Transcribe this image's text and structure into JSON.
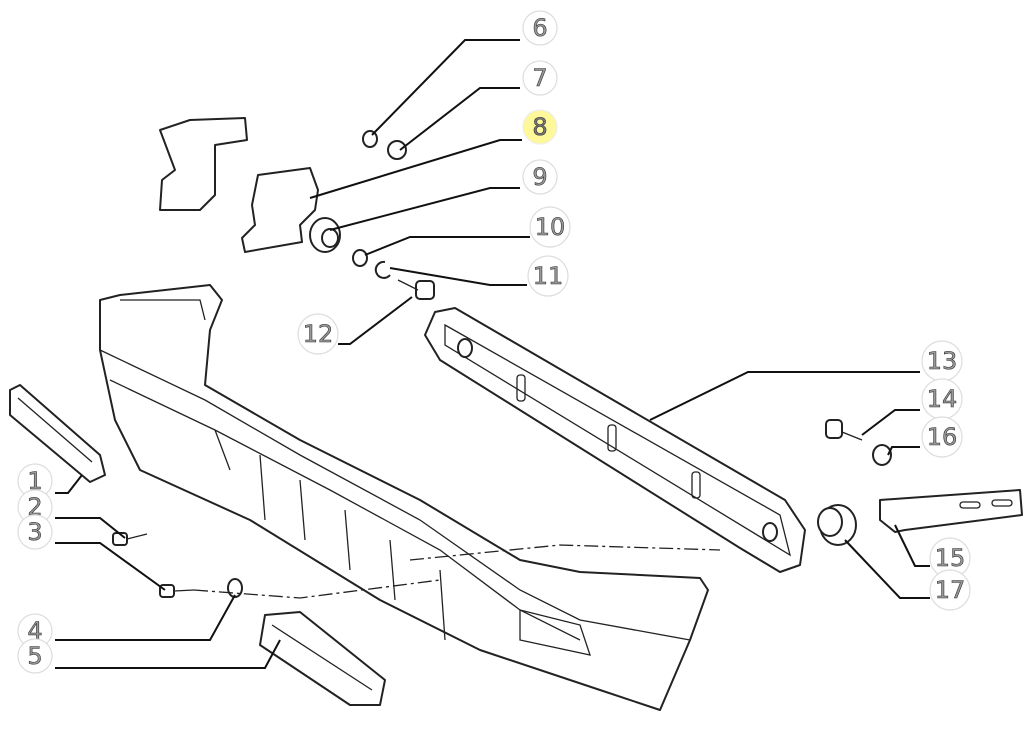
{
  "diagram": {
    "callouts": [
      {
        "label": "1",
        "highlighted": false
      },
      {
        "label": "2",
        "highlighted": false
      },
      {
        "label": "3",
        "highlighted": false
      },
      {
        "label": "4",
        "highlighted": false
      },
      {
        "label": "5",
        "highlighted": false
      },
      {
        "label": "6",
        "highlighted": false
      },
      {
        "label": "7",
        "highlighted": false
      },
      {
        "label": "8",
        "highlighted": true
      },
      {
        "label": "9",
        "highlighted": false
      },
      {
        "label": "10",
        "highlighted": false
      },
      {
        "label": "11",
        "highlighted": false
      },
      {
        "label": "12",
        "highlighted": false
      },
      {
        "label": "13",
        "highlighted": false
      },
      {
        "label": "14",
        "highlighted": false
      },
      {
        "label": "15",
        "highlighted": false
      },
      {
        "label": "16",
        "highlighted": false
      },
      {
        "label": "17",
        "highlighted": false
      }
    ],
    "highlight_color": "#fdf89a"
  }
}
